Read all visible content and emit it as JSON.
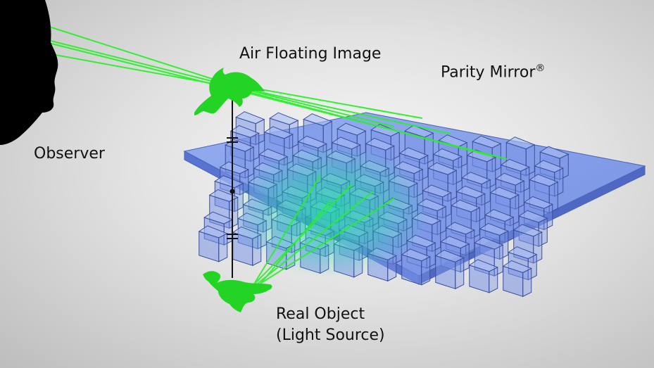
{
  "labels": {
    "air_floating_image": "Air Floating Image",
    "parity_mirror": "Parity Mirror",
    "parity_mirror_mark": "®",
    "observer": "Observer",
    "real_object_line1": "Real Object",
    "real_object_line2": "(Light Source)"
  },
  "colors": {
    "plate": "#6f8fe6",
    "plate_edge": "#4a63b8",
    "cube_face": "#7c95e8",
    "cube_edge": "#3b4f9a",
    "ray": "#22ee22",
    "glow": "#1fe0a0",
    "dolphin": "#22cc22",
    "observer": "#000000",
    "background": "#dcdcdc"
  },
  "icons": {
    "observer": "head-silhouette-icon",
    "floating_image": "dolphin-icon",
    "real_object": "dolphin-icon"
  }
}
